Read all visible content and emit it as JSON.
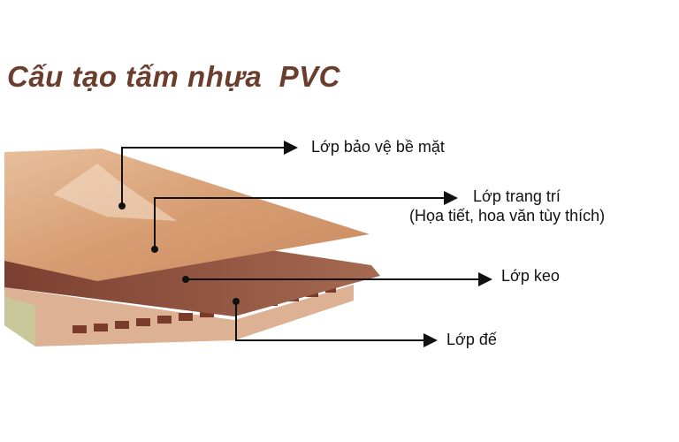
{
  "title": "Cấu tạo tấm nhựa  PVC",
  "labels": {
    "surface": "Lớp bảo vệ bề mặt",
    "decor": "Lớp trang trí",
    "decor_note": "(Họa tiết, hoa văn tùy thích)",
    "glue": "Lớp keo",
    "base": "Lớp đế"
  },
  "colors": {
    "title": "#6b3d2c",
    "wood": "#d9a27a",
    "glue": "#8a5040",
    "base": "#d7a98a"
  }
}
